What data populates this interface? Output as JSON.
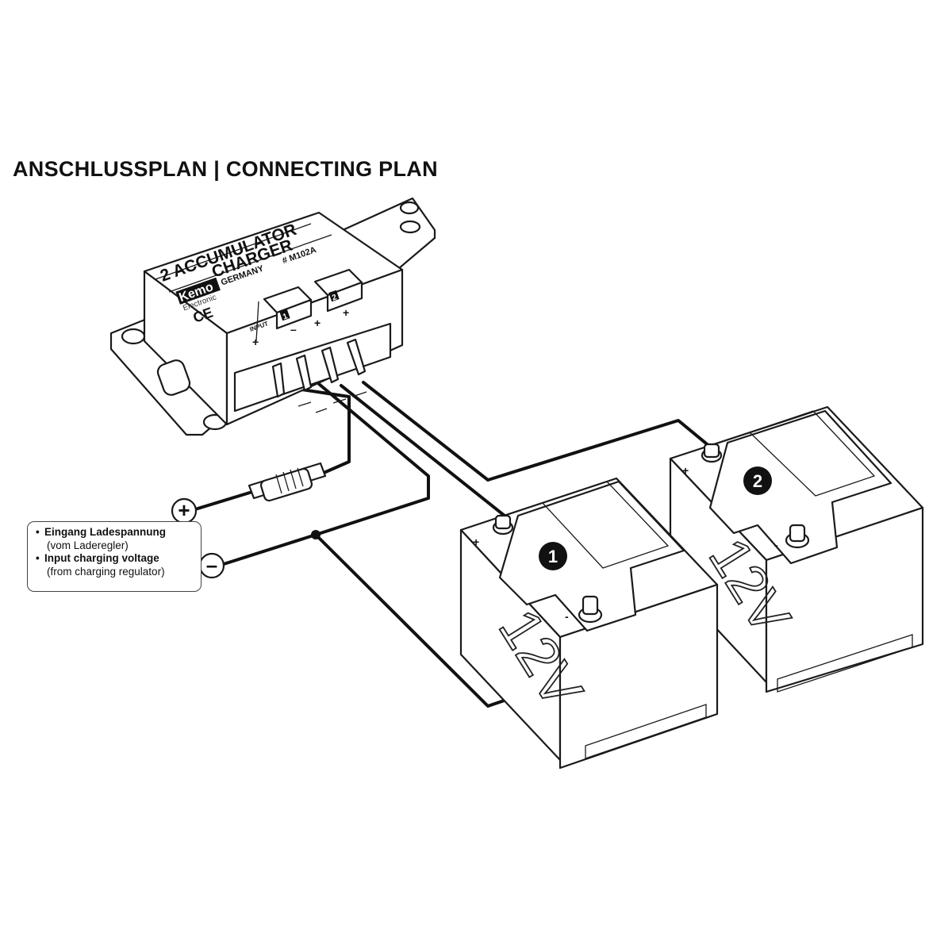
{
  "title": "ANSCHLUSSPLAN | CONNECTING PLAN",
  "charger": {
    "model_line1": "2 ACCUMULATOR",
    "model_line2": "CHARGER",
    "brand": "Kemo",
    "brand_sub": "Electronic",
    "origin": "GERMANY",
    "part_number": "# M102A",
    "ce_mark": "CE",
    "input_label": "INPUT",
    "terminal_signs": [
      "+",
      "–",
      "+",
      "+"
    ],
    "slot_numbers": [
      "1",
      "2"
    ]
  },
  "legend": {
    "items": [
      {
        "bullet": "•",
        "title": "Eingang Ladespannung",
        "note": "(vom Laderegler)"
      },
      {
        "bullet": "•",
        "title": "Input charging voltage",
        "note": "(from charging regulator)"
      }
    ],
    "plus_symbol": "+",
    "minus_symbol": "–"
  },
  "batteries": [
    {
      "number": "1",
      "voltage": "12V",
      "plus_sign": "+",
      "minus_sign": "-"
    },
    {
      "number": "2",
      "voltage": "12V",
      "plus_sign": "+",
      "minus_sign": "-"
    }
  ],
  "icons": [
    "fuse-icon",
    "plus-terminal-icon",
    "minus-terminal-icon",
    "battery-icon",
    "charger-module-icon",
    "recycle-bin-icon"
  ]
}
